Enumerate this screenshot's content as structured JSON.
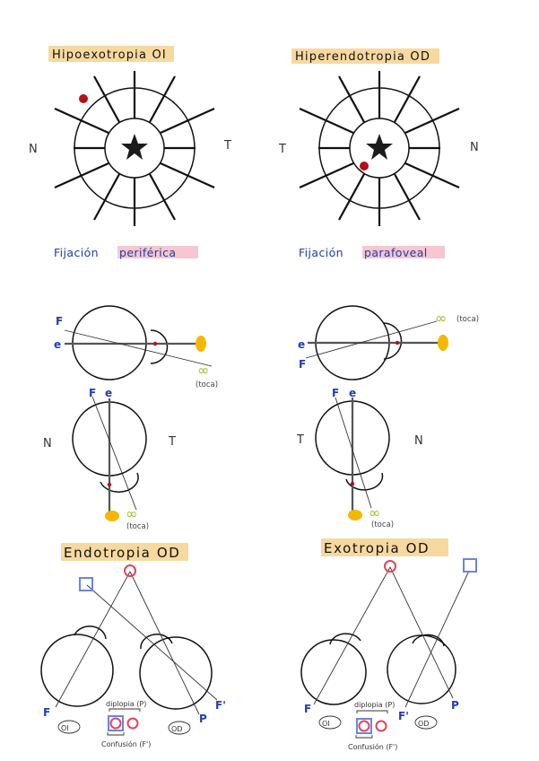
{
  "colors": {
    "highlight_yellow": "#f7d9a0",
    "highlight_pink": "#f7c6cf",
    "dark_red": "#b01217",
    "blue_ink": "#1a3fa8",
    "sun_yellow": "#f5b800",
    "infinity_green": "#9bbf2e",
    "image_pink": "#e0465a",
    "image_blue": "#6b84e8"
  },
  "top": {
    "left": {
      "title": "Hipoexotropia OI",
      "side_left": "N",
      "side_right": "T",
      "caption_prefix": "Fijación",
      "caption_highlight": "periférica"
    },
    "right": {
      "title": "Hiperendotropia OD",
      "side_left": "T",
      "side_right": "N",
      "caption_prefix": "Fijación",
      "caption_highlight": "parafoveal"
    },
    "icons": {
      "fixation": "star-icon",
      "fixation_point": "red-dot-icon"
    }
  },
  "middle": {
    "left": {
      "F": "F",
      "e": "e",
      "note": "(toca)",
      "side_left": "N",
      "side_right": "T"
    },
    "right": {
      "F": "F",
      "e": "e",
      "note": "(toca)",
      "side_left": "T",
      "side_right": "N"
    },
    "icons": {
      "object": "sun-icon",
      "infinity": "infinity-icon"
    }
  },
  "bottom": {
    "left": {
      "title": "Endotropia OD",
      "label_F": "F",
      "label_P": "P",
      "label_Fp": "F'",
      "eye_left": "OI",
      "eye_right": "OD",
      "diplopia": "diplopia (P)",
      "confusion": "Confusión (F')"
    },
    "right": {
      "title": "Exotropia OD",
      "label_F": "F",
      "label_Fp": "F'",
      "label_P": "P",
      "eye_left": "OI",
      "eye_right": "OD",
      "diplopia": "diplopia (P)",
      "confusion": "Confusión (F')"
    },
    "icons": {
      "circle_object": "pink-circle-icon",
      "square_object": "blue-square-icon"
    }
  }
}
